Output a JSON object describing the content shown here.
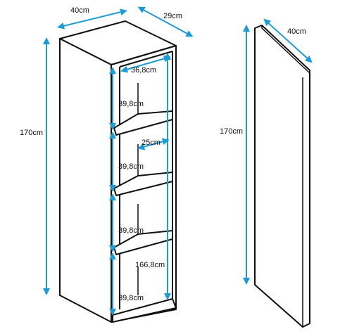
{
  "colors": {
    "line": "#111111",
    "arrow": "#1b9bd7",
    "background": "#ffffff"
  },
  "labels": {
    "width_top": "40cm",
    "depth_top": "29cm",
    "height_left": "170cm",
    "inner_width": "36,8cm",
    "shelf1": "39,8cm",
    "inner_depth": "25cm",
    "shelf2": "39,8cm",
    "shelf3": "39,8cm",
    "inner_height": "166,8cm",
    "shelf4": "39,8cm",
    "door_width": "40cm",
    "door_height": "170cm"
  }
}
